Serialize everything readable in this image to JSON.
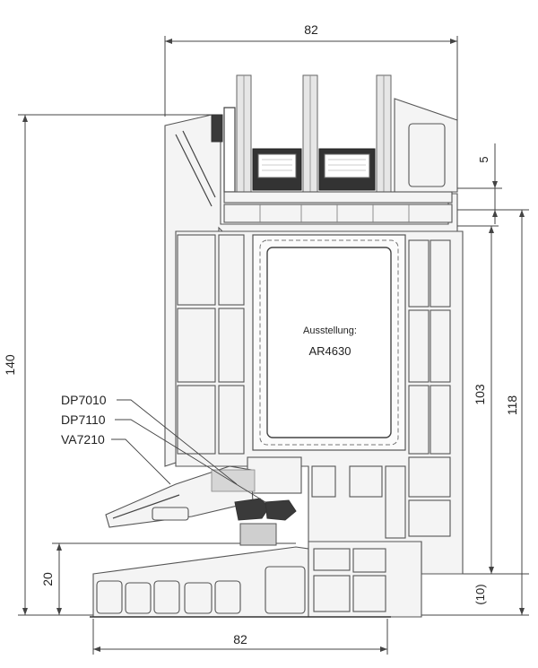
{
  "dimensions": {
    "top_width": "82",
    "bottom_width": "82",
    "overall_height": "140",
    "sash_height_103": "103",
    "frame_height_118": "118",
    "gap_5": "5",
    "gap_10": "10",
    "bottom_10": "(10)",
    "sill_20": "20"
  },
  "callouts": {
    "dp7010": "DP7010",
    "dp7110": "DP7110",
    "va7210": "VA7210"
  },
  "reinforcement": {
    "line1": "Ausstellung:",
    "line2": "AR4630"
  }
}
